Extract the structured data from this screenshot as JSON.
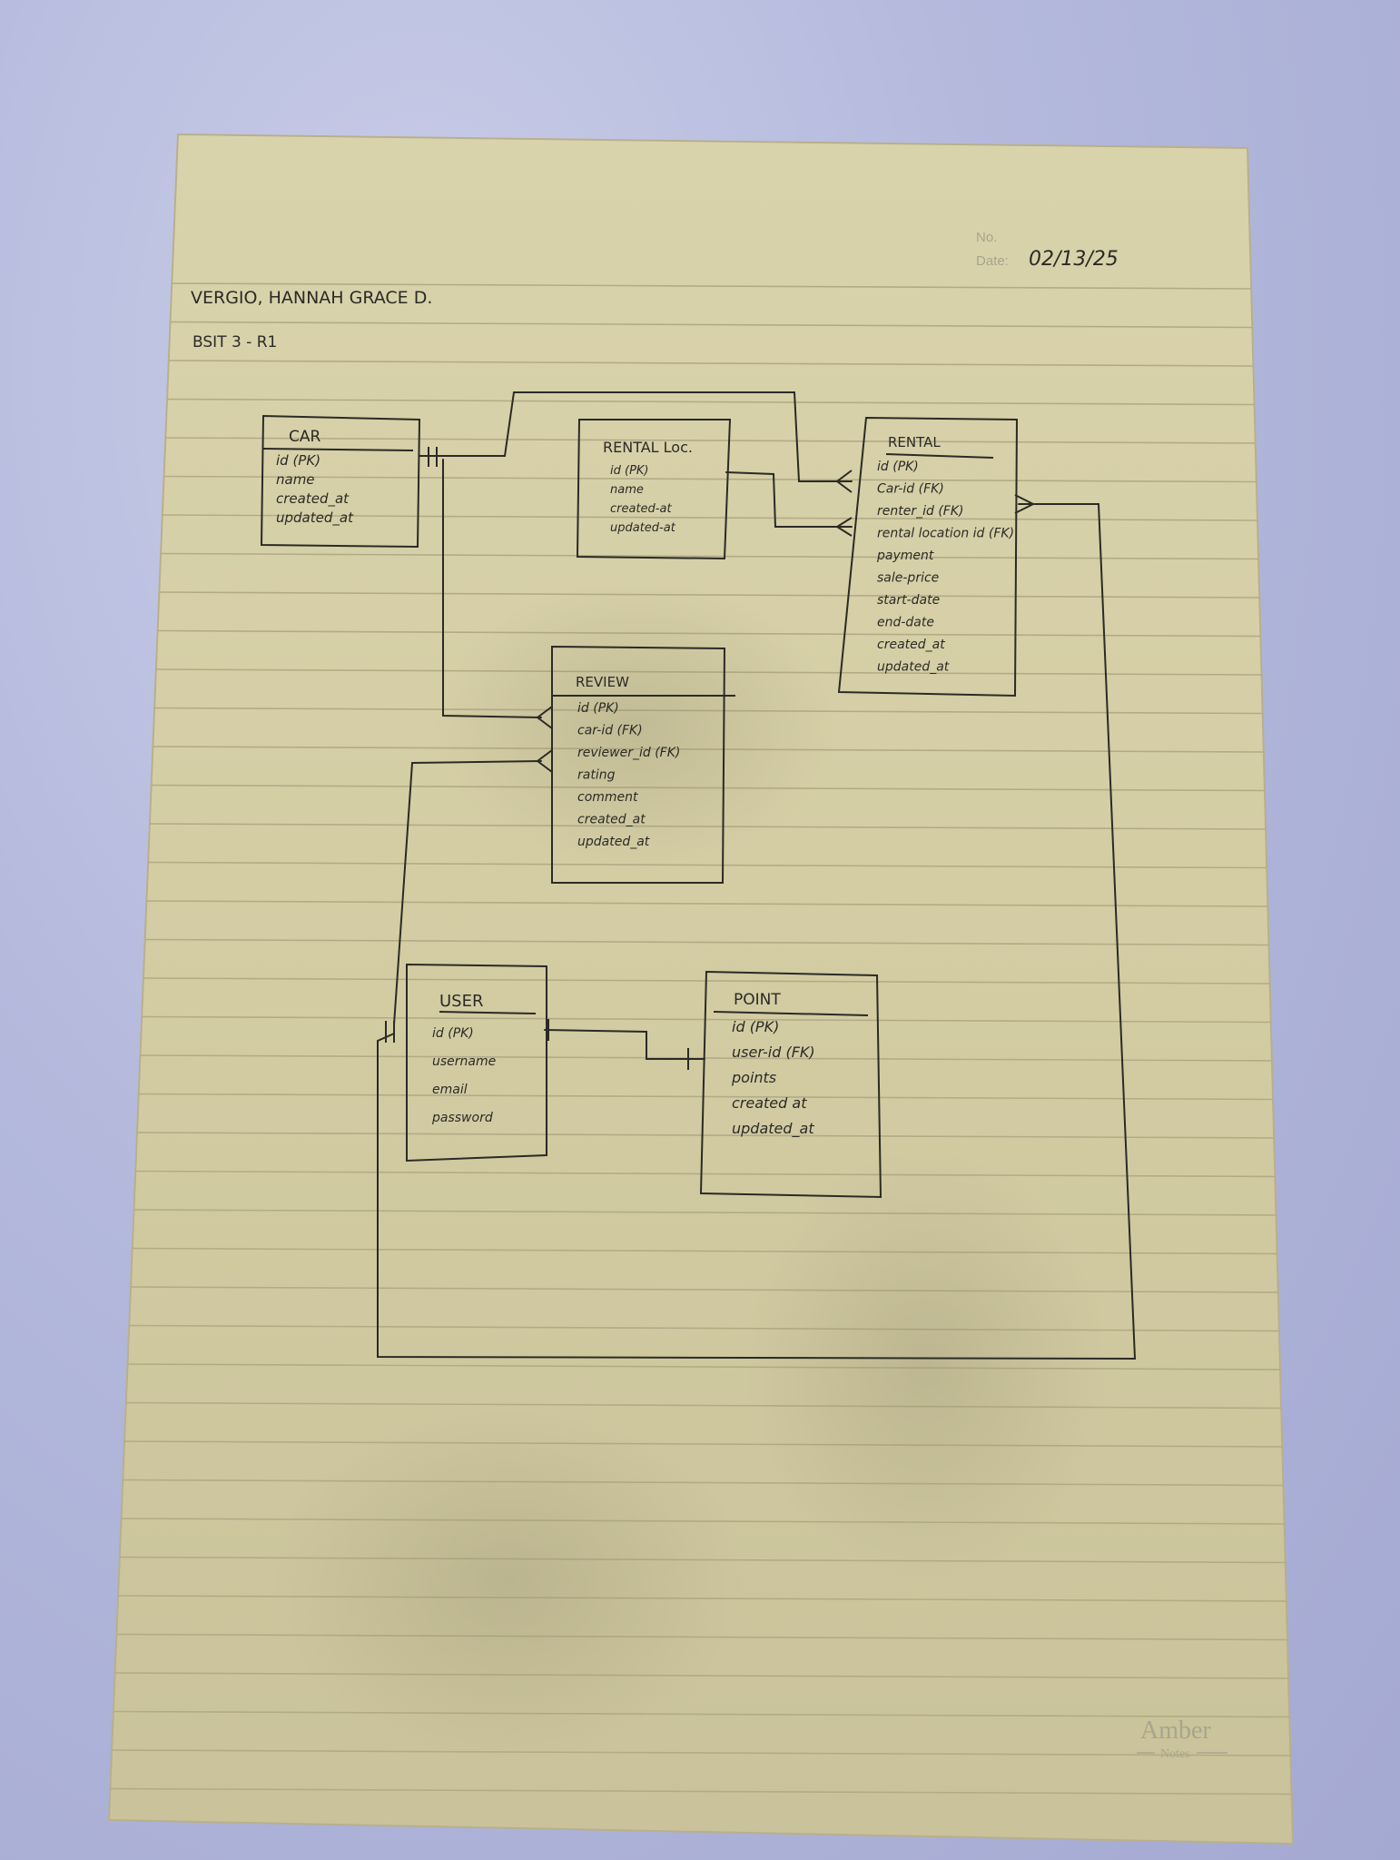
{
  "header": {
    "student_name": "VERGIO, HANNAH GRACE D.",
    "section": "BSIT 3 - R1",
    "no_label": "No.",
    "date_label": "Date:",
    "date_value": "02/13/25"
  },
  "brand": {
    "name": "Amber",
    "sub": "Notes"
  },
  "entities": {
    "car": {
      "title": "CAR",
      "fields": [
        "id (PK)",
        "name",
        "created_at",
        "updated_at"
      ]
    },
    "rental_loc": {
      "title": "RENTAL Loc.",
      "fields": [
        "id (PK)",
        "name",
        "created-at",
        "updated-at"
      ]
    },
    "rental": {
      "title": "RENTAL",
      "fields": [
        "id (PK)",
        "Car-id (FK)",
        "renter_id (FK)",
        "rental location id (FK)",
        "payment",
        "sale-price",
        "start-date",
        "end-date",
        "created_at",
        "updated_at"
      ]
    },
    "review": {
      "title": "REVIEW",
      "fields": [
        "id (PK)",
        "car-id (FK)",
        "reviewer_id (FK)",
        "rating",
        "comment",
        "created_at",
        "updated_at"
      ]
    },
    "user": {
      "title": "USER",
      "fields": [
        "id (PK)",
        "username",
        "email",
        "password"
      ]
    },
    "point": {
      "title": "POINT",
      "fields": [
        "id (PK)",
        "user-id (FK)",
        "points",
        "created at",
        "updated_at"
      ]
    }
  },
  "colors": {
    "paper": "#d6d0a7",
    "ruling": "#b6ae8a",
    "ink": "#2b2a26",
    "background": "#b3b8dc"
  }
}
